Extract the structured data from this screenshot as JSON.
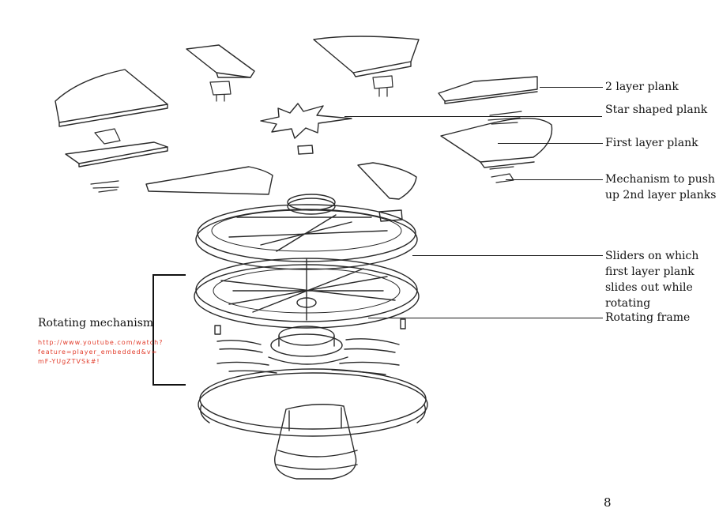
{
  "callouts": {
    "plank_2layer": "2 layer plank",
    "star_plank": "Star shaped plank",
    "first_layer_plank": "First layer plank",
    "push_mechanism": "Mechanism to push\nup 2nd layer planks",
    "sliders": "Sliders on which\nfirst layer plank\nslides out while\nrotating",
    "rotating_frame": "Rotating frame"
  },
  "rotating_mechanism": {
    "label": "Rotating mechanism",
    "link": "http://www.youtube.com/watch?feature=player_embedded&v=mF-YUgZTVSk#!"
  },
  "page_number": "8"
}
